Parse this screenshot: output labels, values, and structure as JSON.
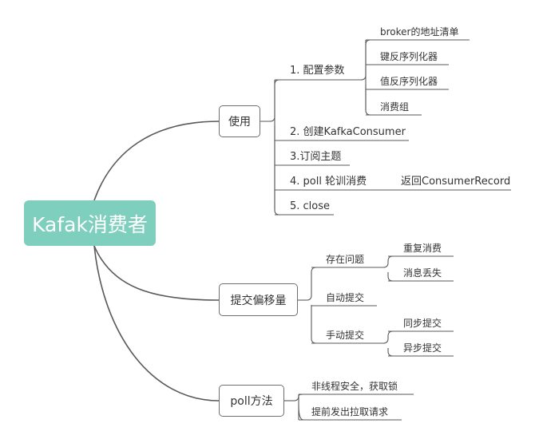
{
  "root": {
    "label": "Kafak消费者"
  },
  "branches": {
    "use": {
      "label": "使用",
      "config": {
        "label": "1. 配置参数",
        "items": [
          "broker的地址清单",
          "键反序列化器",
          "值反序列化器",
          "消费组"
        ]
      },
      "create": "2. 创建KafkaConsumer",
      "subscribe": "3.订阅主题",
      "poll": {
        "label": "4. poll 轮训消费",
        "result": "返回ConsumerRecord"
      },
      "close": "5. close"
    },
    "commit": {
      "label": "提交偏移量",
      "issues": {
        "label": "存在问题",
        "items": [
          "重复消费",
          "消息丢失"
        ]
      },
      "auto": "自动提交",
      "manual": {
        "label": "手动提交",
        "items": [
          "同步提交",
          "异步提交"
        ]
      }
    },
    "poll_method": {
      "label": "poll方法",
      "items": [
        "非线程安全，获取锁",
        "提前发出拉取请求"
      ]
    }
  },
  "colors": {
    "root_fill": "#7fcfbf",
    "line": "#595959",
    "text": "#333333"
  }
}
